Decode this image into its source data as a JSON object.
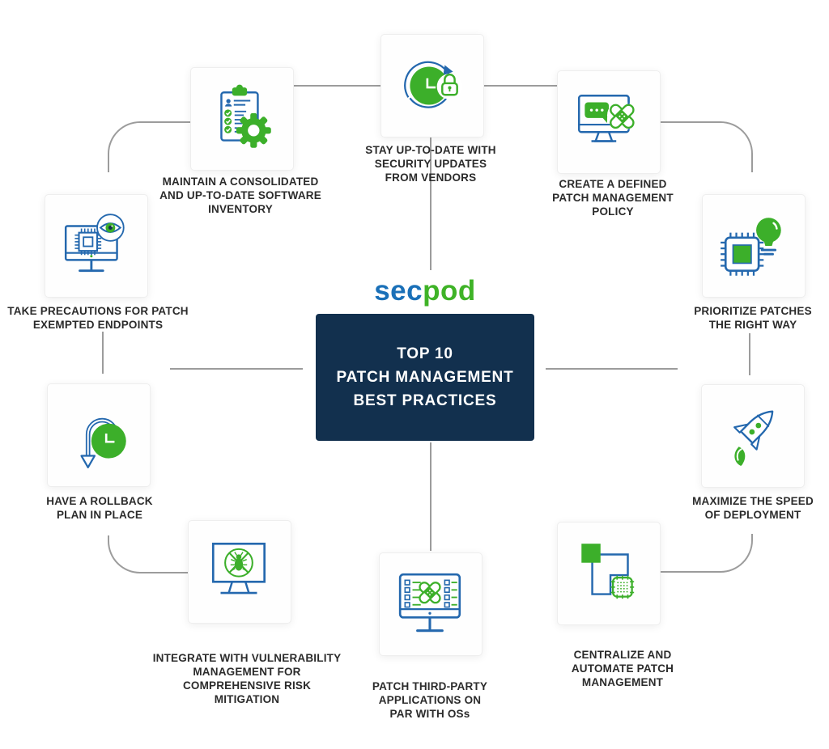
{
  "brand": {
    "logo_part_blue": "sec",
    "logo_part_green": "pod"
  },
  "center_card": {
    "title_lines": [
      "TOP 10",
      "PATCH MANAGEMENT",
      "BEST PRACTICES"
    ]
  },
  "items": [
    {
      "id": "maintain-software-inventory",
      "icon": "clipboard-gear-icon",
      "label": [
        "MAINTAIN A CONSOLIDATED",
        "AND UP-TO-DATE SOFTWARE",
        "INVENTORY"
      ]
    },
    {
      "id": "stay-up-to-date",
      "icon": "update-clock-lock-icon",
      "label": [
        "STAY UP-TO-DATE WITH",
        "SECURITY UPDATES",
        "FROM VENDORS"
      ]
    },
    {
      "id": "defined-policy",
      "icon": "monitor-chat-bandage-icon",
      "label": [
        "CREATE A DEFINED",
        "PATCH MANAGEMENT",
        "POLICY"
      ]
    },
    {
      "id": "prioritize-patches",
      "icon": "chip-bulb-icon",
      "label": [
        "PRIORITIZE PATCHES",
        "THE RIGHT WAY"
      ]
    },
    {
      "id": "maximize-speed",
      "icon": "rocket-icon",
      "label": [
        "MAXIMIZE THE SPEED",
        "OF DEPLOYMENT"
      ]
    },
    {
      "id": "centralize-automate",
      "icon": "centralize-squares-icon",
      "label": [
        "CENTRALIZE AND",
        "AUTOMATE PATCH",
        "MANAGEMENT"
      ]
    },
    {
      "id": "patch-third-party",
      "icon": "monitor-patch-apps-icon",
      "label": [
        "PATCH THIRD-PARTY",
        "APPLICATIONS ON",
        "PAR WITH OSs"
      ]
    },
    {
      "id": "integrate-vulnerability",
      "icon": "monitor-no-bug-icon",
      "label": [
        "INTEGRATE WITH VULNERABILITY",
        "MANAGEMENT FOR",
        "COMPREHENSIVE RISK",
        "MITIGATION"
      ]
    },
    {
      "id": "rollback-plan",
      "icon": "rollback-clock-icon",
      "label": [
        "HAVE A ROLLBACK",
        "PLAN IN PLACE"
      ]
    },
    {
      "id": "patch-exempted-endpoints",
      "icon": "monitor-chip-eye-icon",
      "label": [
        "TAKE PRECAUTIONS FOR PATCH",
        "EXEMPTED ENDPOINTS"
      ]
    }
  ],
  "colors": {
    "icon_blue": "#2468AE",
    "icon_green": "#3CAF2A",
    "logo_blue": "#1A70B8",
    "logo_green": "#3FB327",
    "center_card_bg": "#12304E",
    "connector_gray": "#9C9C9C",
    "label_text": "#2B2B2B"
  }
}
